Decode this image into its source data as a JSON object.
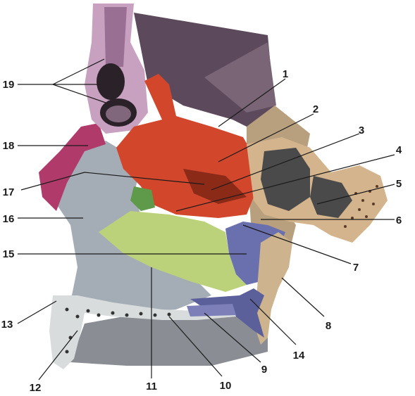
{
  "labels": {
    "l1": "1",
    "l2": "2",
    "l3": "3",
    "l4": "4",
    "l5": "5",
    "l6": "6",
    "l7": "7",
    "l8": "8",
    "l9": "9",
    "l10": "10",
    "l11": "11",
    "l12": "12",
    "l13": "13",
    "l14": "14",
    "l15": "15",
    "l16": "16",
    "l17": "17",
    "l18": "18",
    "l19": "19"
  },
  "colors": {
    "dark_purple": "#5c4a5c",
    "pink": "#c8a0c0",
    "magenta": "#b03a6a",
    "red": "#d2472c",
    "tan": "#d4b48c",
    "blue_grey": "#9fa6ac",
    "green": "#bcd27a",
    "blue": "#6a6fae",
    "beige": "#cdb48f",
    "grey": "#8a8e94"
  }
}
